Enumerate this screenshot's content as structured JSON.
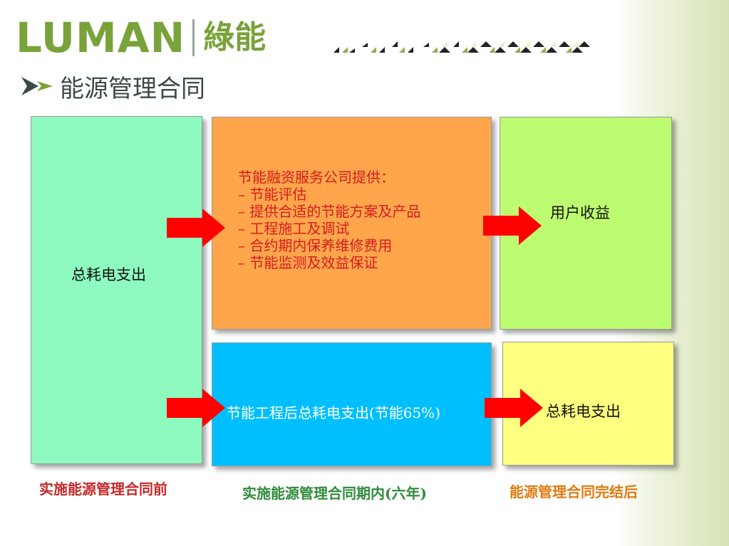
{
  "header": {
    "logo_text": "LUMAN",
    "logo_cn": "綠能",
    "subtitle": "能源管理合同"
  },
  "boxes": {
    "left_label": "总耗电支出",
    "orange_lines": [
      "节能融资服务公司提供：",
      "– 节能评估",
      "– 提供合适的节能方案及产品",
      "– 工程施工及调试",
      "– 合约期内保养维修费用",
      "– 节能监测及效益保证"
    ],
    "green_label": "用户收益",
    "blue_label": "节能工程后总耗电支出(节能65%)",
    "yellow_label": "总耗电支出"
  },
  "captions": {
    "before": "实施能源管理合同前",
    "during": "实施能源管理合同期内(六年)",
    "after": "能源管理合同完结后"
  },
  "colors": {
    "brand_green": "#7aa23a",
    "arrow_red": "#ff0000",
    "box_left": "#8efabf",
    "box_orange": "#ffa64d",
    "box_green": "#bdfb70",
    "box_blue": "#00bfff",
    "box_yellow": "#ffff80"
  }
}
